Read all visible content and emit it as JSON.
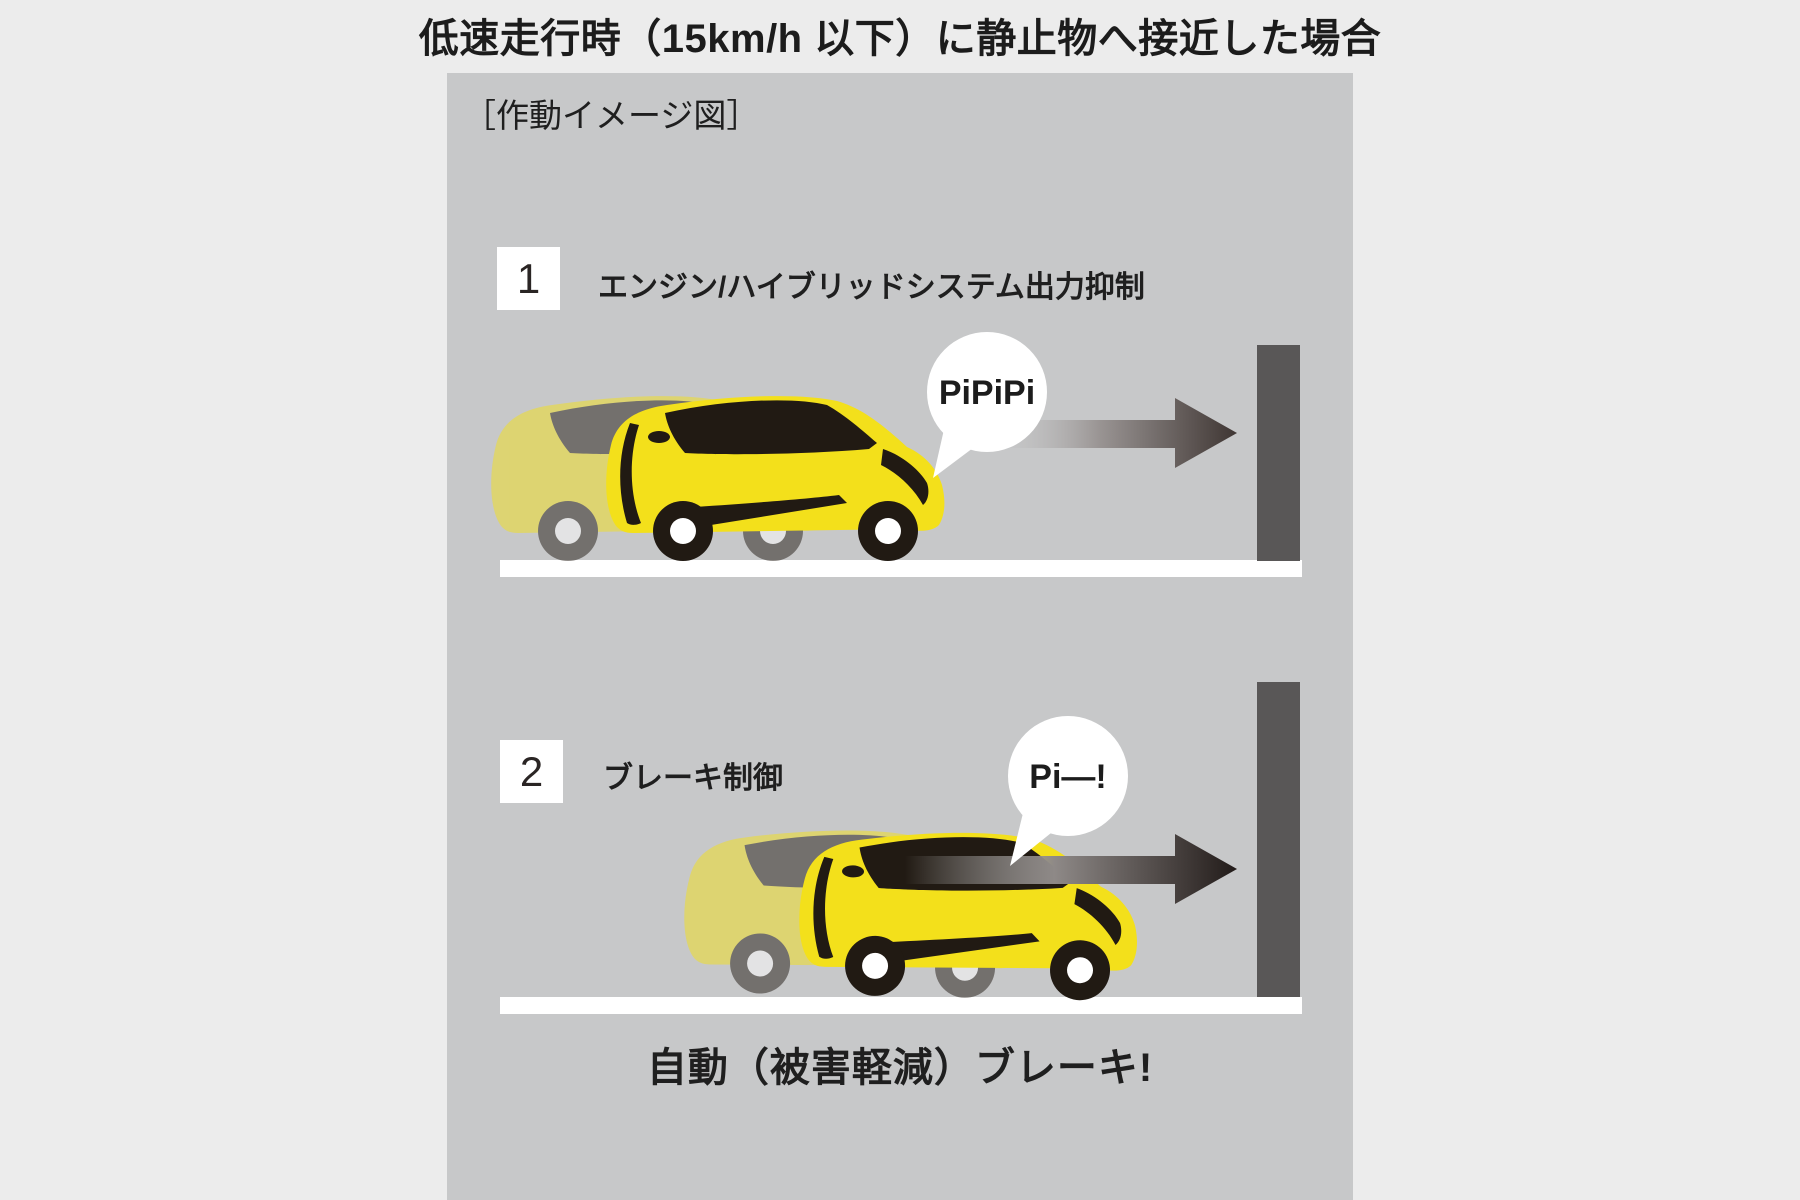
{
  "title": "低速走行時（15km/h 以下）に静止物へ接近した場合",
  "panel": {
    "label": "［作動イメージ図］",
    "caption": "自動（被害軽減）ブレーキ!"
  },
  "steps": [
    {
      "number": "1",
      "label": "エンジン/ハイブリッドシステム出力抑制",
      "bubble": "PiPiPi"
    },
    {
      "number": "2",
      "label": "ブレーキ制御",
      "bubble": "Pi—!"
    }
  ],
  "colors": {
    "page_bg": "#ececec",
    "panel_bg": "#c7c8c9",
    "car_yellow": "#f3e01b",
    "car_detail_black": "#211a13",
    "wall_gray": "#595757",
    "road_white": "#ffffff",
    "bubble_white": "#ffffff",
    "arrow1_dark": "#3f3633",
    "arrow2_dark": "#221b19",
    "text_black": "#1c1c1c"
  }
}
